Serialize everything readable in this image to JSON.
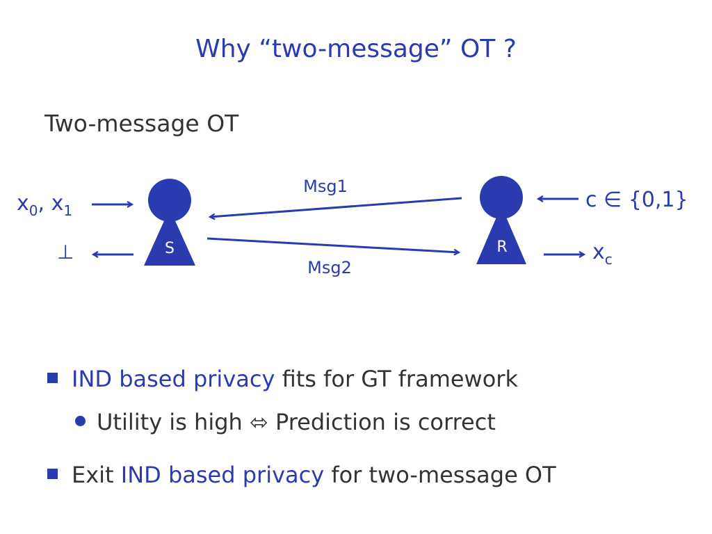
{
  "slide": {
    "title": "Why “two-message” OT ?",
    "subtitle": "Two-message OT"
  },
  "diagram": {
    "sender": {
      "label": "S",
      "input_x": "x",
      "input_sub0": "0",
      "input_sep": ", x",
      "input_sub1": "1",
      "output": "⊥"
    },
    "receiver": {
      "label": "R",
      "input": "c ∈ {0,1}",
      "output_x": "x",
      "output_sub": "c"
    },
    "messages": {
      "msg1": "Msg1",
      "msg2": "Msg2"
    }
  },
  "bullets": {
    "b1_highlight": "IND based privacy",
    "b1_rest": " fits for GT framework",
    "b2_text": "Utility is high ⬄ Prediction is correct",
    "b3_start": "Exit ",
    "b3_highlight": "IND based privacy",
    "b3_rest": " for two-message OT"
  },
  "colors": {
    "accent": "#2a3bb0",
    "text": "#333333"
  }
}
